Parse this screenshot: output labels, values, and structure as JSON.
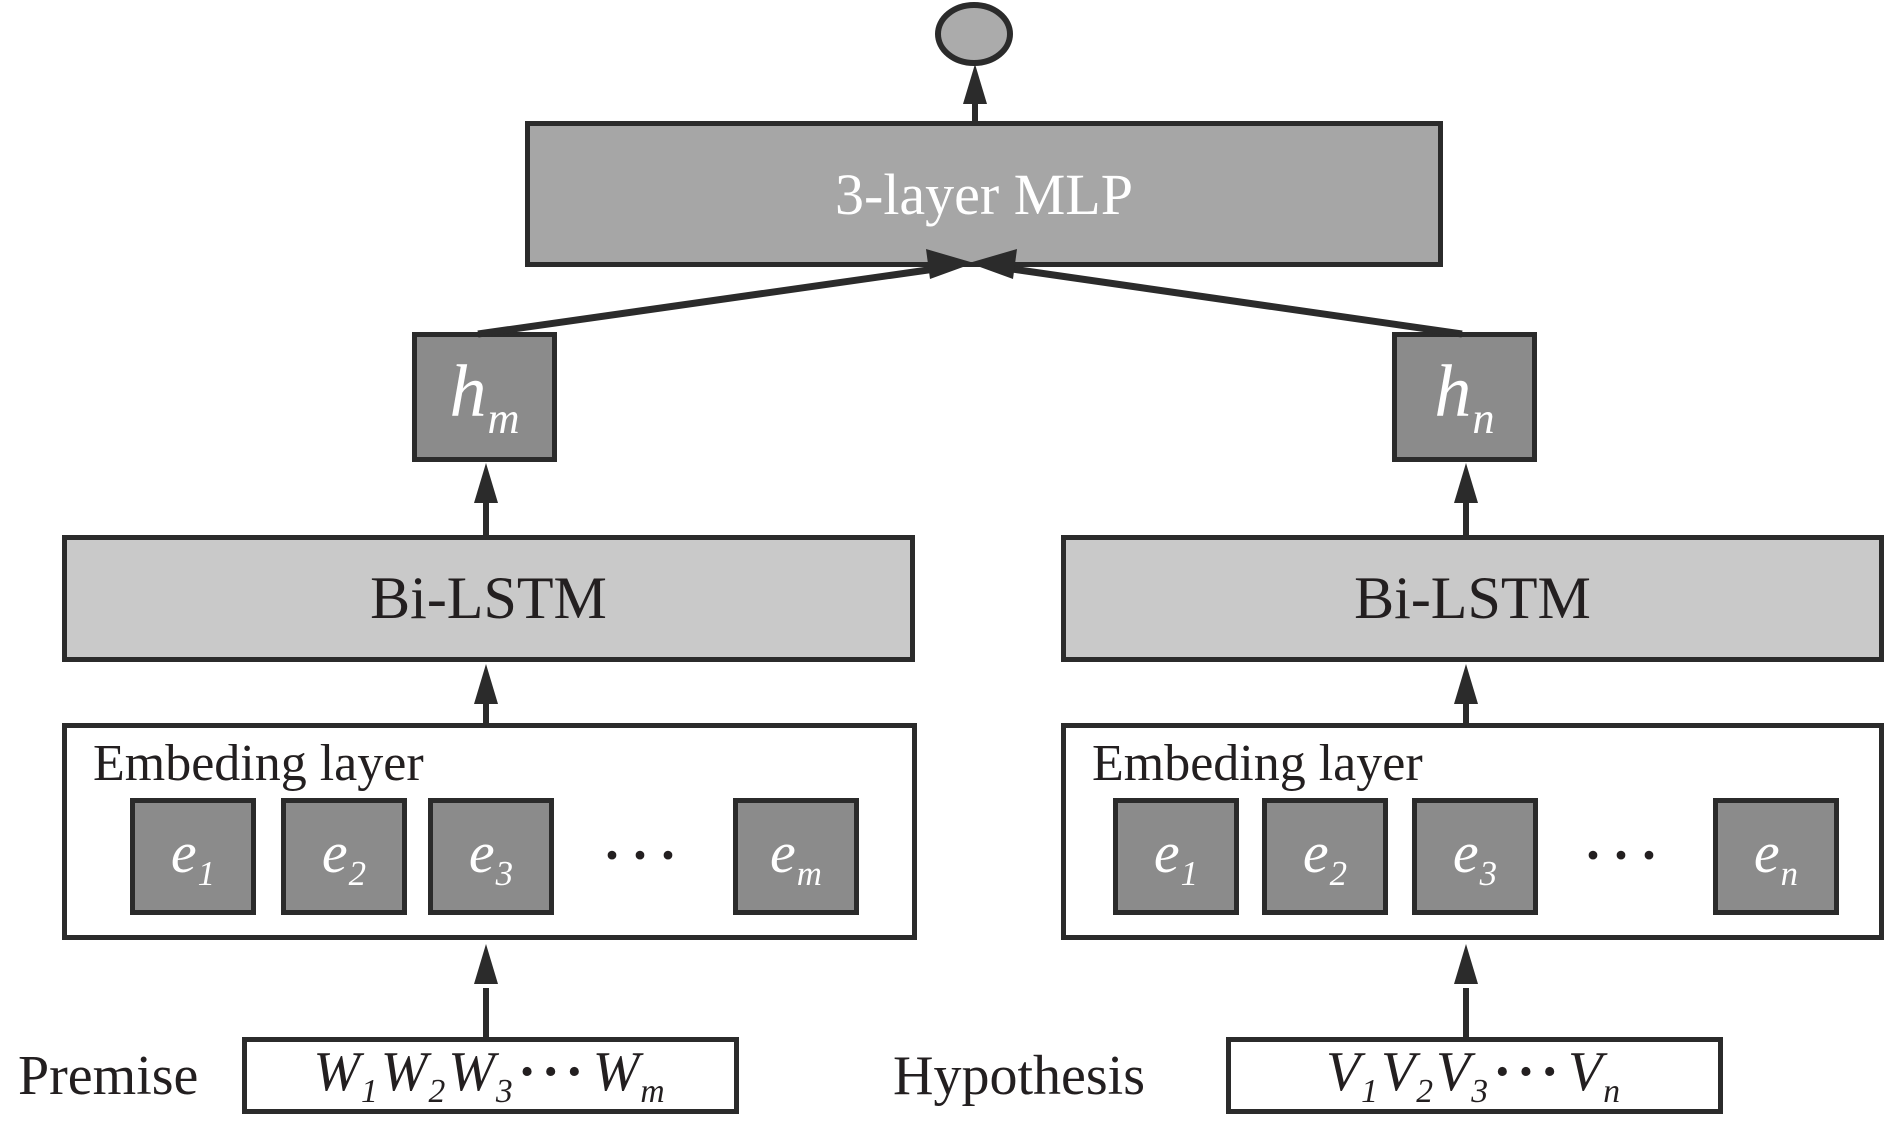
{
  "colors": {
    "canvas_bg": "#ffffff",
    "box_mlp": "#a6a6a6",
    "box_state": "#8b8b8b",
    "box_lstm": "#c9c9c9",
    "box_embed": "#ffffff",
    "node_fill": "#ababab",
    "stroke": "#2b2b2b",
    "text_light": "#ffffff",
    "text_dark": "#231f20"
  },
  "diagram": {
    "mlp": {
      "label": "3-layer MLP"
    },
    "left": {
      "hidden": {
        "base": "h",
        "sub": "m"
      },
      "lstm_label": "Bi-LSTM",
      "embedding": {
        "title": "Embeding layer",
        "cells": [
          {
            "base": "e",
            "sub": "1"
          },
          {
            "base": "e",
            "sub": "2"
          },
          {
            "base": "e",
            "sub": "3"
          },
          {
            "base": "e",
            "sub": "m"
          }
        ],
        "ellipsis": "···"
      },
      "input_label": "Premise",
      "sequence": {
        "items": [
          {
            "base": "W",
            "sub": "1"
          },
          {
            "base": "W",
            "sub": "2"
          },
          {
            "base": "W",
            "sub": "3"
          },
          {
            "base": "W",
            "sub": "m"
          }
        ],
        "ellipsis": "···"
      }
    },
    "right": {
      "hidden": {
        "base": "h",
        "sub": "n"
      },
      "lstm_label": "Bi-LSTM",
      "embedding": {
        "title": "Embeding layer",
        "cells": [
          {
            "base": "e",
            "sub": "1"
          },
          {
            "base": "e",
            "sub": "2"
          },
          {
            "base": "e",
            "sub": "3"
          },
          {
            "base": "e",
            "sub": "n"
          }
        ],
        "ellipsis": "···"
      },
      "input_label": "Hypothesis",
      "sequence": {
        "items": [
          {
            "base": "V",
            "sub": "1"
          },
          {
            "base": "V",
            "sub": "2"
          },
          {
            "base": "V",
            "sub": "3"
          },
          {
            "base": "V",
            "sub": "n"
          }
        ],
        "ellipsis": "···"
      }
    }
  }
}
